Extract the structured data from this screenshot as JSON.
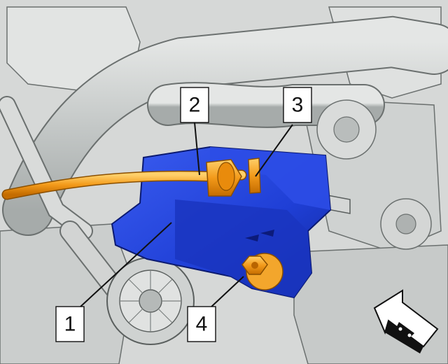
{
  "diagram": {
    "callouts": [
      {
        "id": "c1",
        "label": "1"
      },
      {
        "id": "c2",
        "label": "2"
      },
      {
        "id": "c3",
        "label": "3"
      },
      {
        "id": "c4",
        "label": "4"
      }
    ],
    "colors": {
      "background": "#ffffff",
      "engine_parts": "#c9cccb",
      "engine_shade": "#9ea2a1",
      "engine_outline": "#555a59",
      "sensor_body": "#1f3fd6",
      "sensor_shade": "#12279a",
      "highlight_orange": "#f39a1a",
      "arrow_fill": "#ffffff"
    },
    "icons": [
      "direction-arrow-icon",
      "vehicle-icon"
    ]
  }
}
